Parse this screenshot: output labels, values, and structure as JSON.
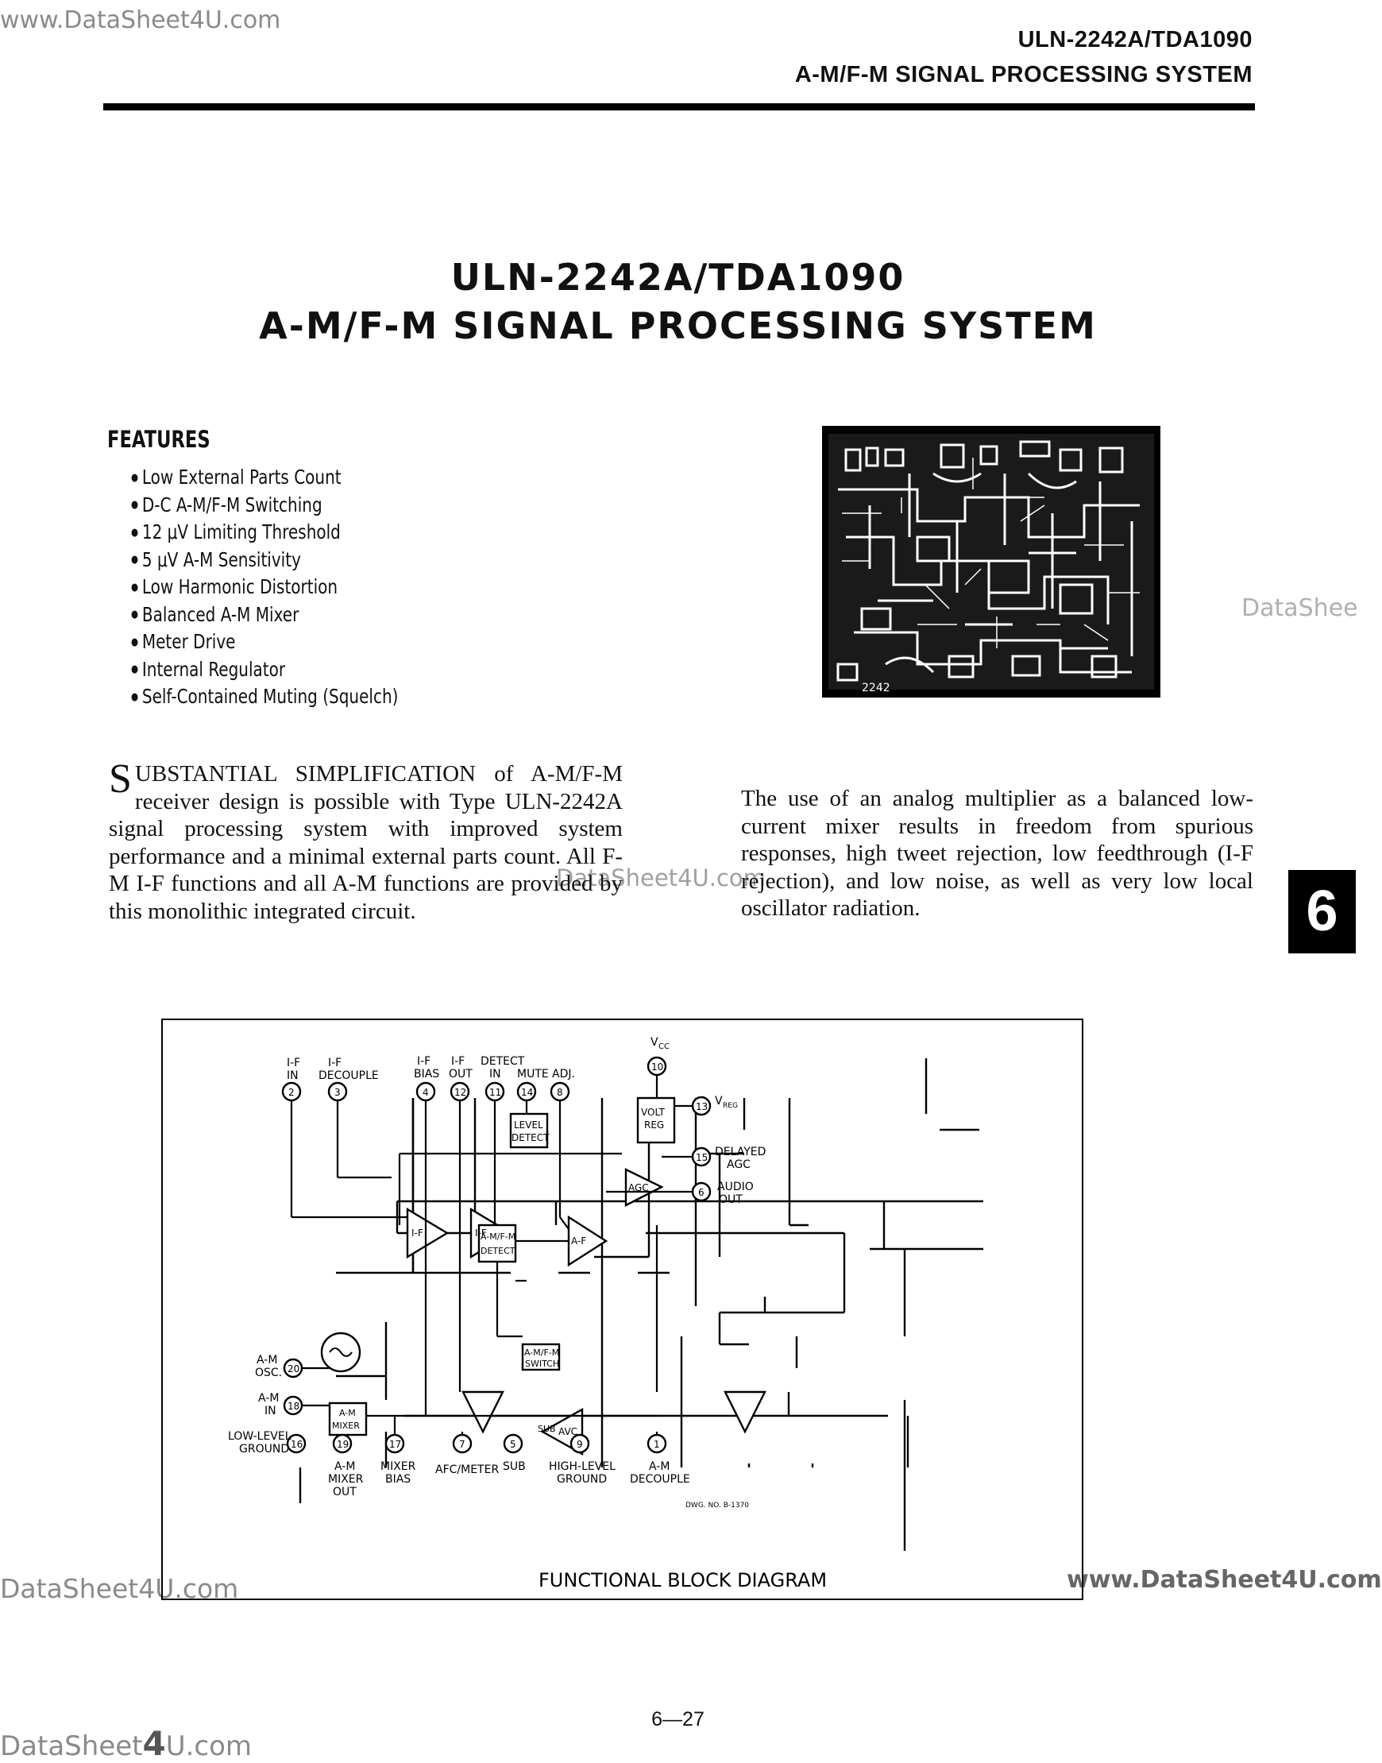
{
  "watermarks": {
    "top_left": "www.DataSheet4U.com",
    "right": "DataShee",
    "middle": "DataSheet4U.com",
    "bottom_left": "DataSheet4U.com",
    "bottom_right": "www.DataSheet4U.com",
    "footer_prefix": "DataSheet",
    "footer_big": "4",
    "footer_suffix": "U.com"
  },
  "header": {
    "part_number": "ULN-2242A/TDA1090",
    "subtitle": "A-M/F-M SIGNAL PROCESSING SYSTEM"
  },
  "title": {
    "line1": "ULN-2242A/TDA1090",
    "line2": "A-M/F-M SIGNAL PROCESSING SYSTEM"
  },
  "features": {
    "heading": "FEATURES",
    "items": [
      "Low External Parts Count",
      "D-C A-M/F-M Switching",
      "12 μV Limiting Threshold",
      "5 μV A-M Sensitivity",
      "Low Harmonic Distortion",
      "Balanced A-M Mixer",
      "Meter Drive",
      "Internal Regulator",
      "Self-Contained Muting (Squelch)"
    ]
  },
  "chip_photo": {
    "label": "2242"
  },
  "body": {
    "drop_cap": "S",
    "left_paragraph_rest": "UBSTANTIAL SIMPLIFICATION of A-M/F-M receiver design is possible with Type ULN-2242A signal processing system with improved system performance and a minimal external parts count. All F-M I-F functions and all A-M functions are provided by this monolithic integrated circuit.",
    "right_paragraph": "The use of an analog multiplier as a balanced low-current mixer results in freedom from spurious responses, high tweet rejection, low feedthrough (I-F rejection), and low noise, as well as very low local oscillator radiation."
  },
  "section_tab": "6",
  "diagram": {
    "caption": "FUNCTIONAL BLOCK DIAGRAM",
    "drawing_no": "DWG. NO. B-1370",
    "top_pins": [
      {
        "num": "2",
        "label1": "I-F",
        "label2": "IN"
      },
      {
        "num": "3",
        "label1": "I-F",
        "label2": "DECOUPLE"
      },
      {
        "num": "4",
        "label1": "I-F",
        "label2": "BIAS"
      },
      {
        "num": "12",
        "label1": "I-F",
        "label2": "OUT"
      },
      {
        "num": "11",
        "label1": "DETECT",
        "label2": "IN"
      },
      {
        "num": "14",
        "label1": "",
        "label2": "MUTE"
      },
      {
        "num": "8",
        "label1": "",
        "label2": "ADJ."
      },
      {
        "num": "10",
        "label1": "V",
        "label2": "CC"
      }
    ],
    "right_pins": [
      {
        "num": "13",
        "label1": "V",
        "label2": "REG"
      },
      {
        "num": "15",
        "label1": "DELAYED",
        "label2": "AGC"
      },
      {
        "num": "6",
        "label1": "AUDIO",
        "label2": "OUT"
      }
    ],
    "left_pins": [
      {
        "num": "20",
        "label1": "A-M",
        "label2": "OSC."
      },
      {
        "num": "18",
        "label1": "A-M",
        "label2": "IN"
      },
      {
        "num": "16",
        "label1": "LOW-LEVEL",
        "label2": "GROUND"
      }
    ],
    "bottom_pins": [
      {
        "num": "19",
        "label1": "A-M",
        "label2": "MIXER",
        "label3": "OUT"
      },
      {
        "num": "17",
        "label1": "MIXER",
        "label2": "BIAS"
      },
      {
        "num": "7",
        "label1": "AFC/METER",
        "label2": ""
      },
      {
        "num": "5",
        "label1": "SUB",
        "label2": ""
      },
      {
        "num": "9",
        "label1": "HIGH-LEVEL",
        "label2": "GROUND"
      },
      {
        "num": "1",
        "label1": "A-M",
        "label2": "DECOUPLE"
      }
    ],
    "blocks": {
      "volt_reg_1": "VOLT",
      "volt_reg_2": "REG",
      "level_detect_1": "LEVEL",
      "level_detect_2": "DETECT",
      "agc": "AGC",
      "if1": "I-F",
      "if2": "I-F",
      "af": "A-F",
      "amfm_detect_1": "A-M/F-M",
      "amfm_detect_2": "DETECT",
      "amfm_switch_1": "A-M/F-M",
      "amfm_switch_2": "SWITCH",
      "am_mixer_1": "A-M",
      "am_mixer_2": "MIXER",
      "avc": "AVC",
      "sub_label": "SUB"
    }
  },
  "page_number": "6—27"
}
